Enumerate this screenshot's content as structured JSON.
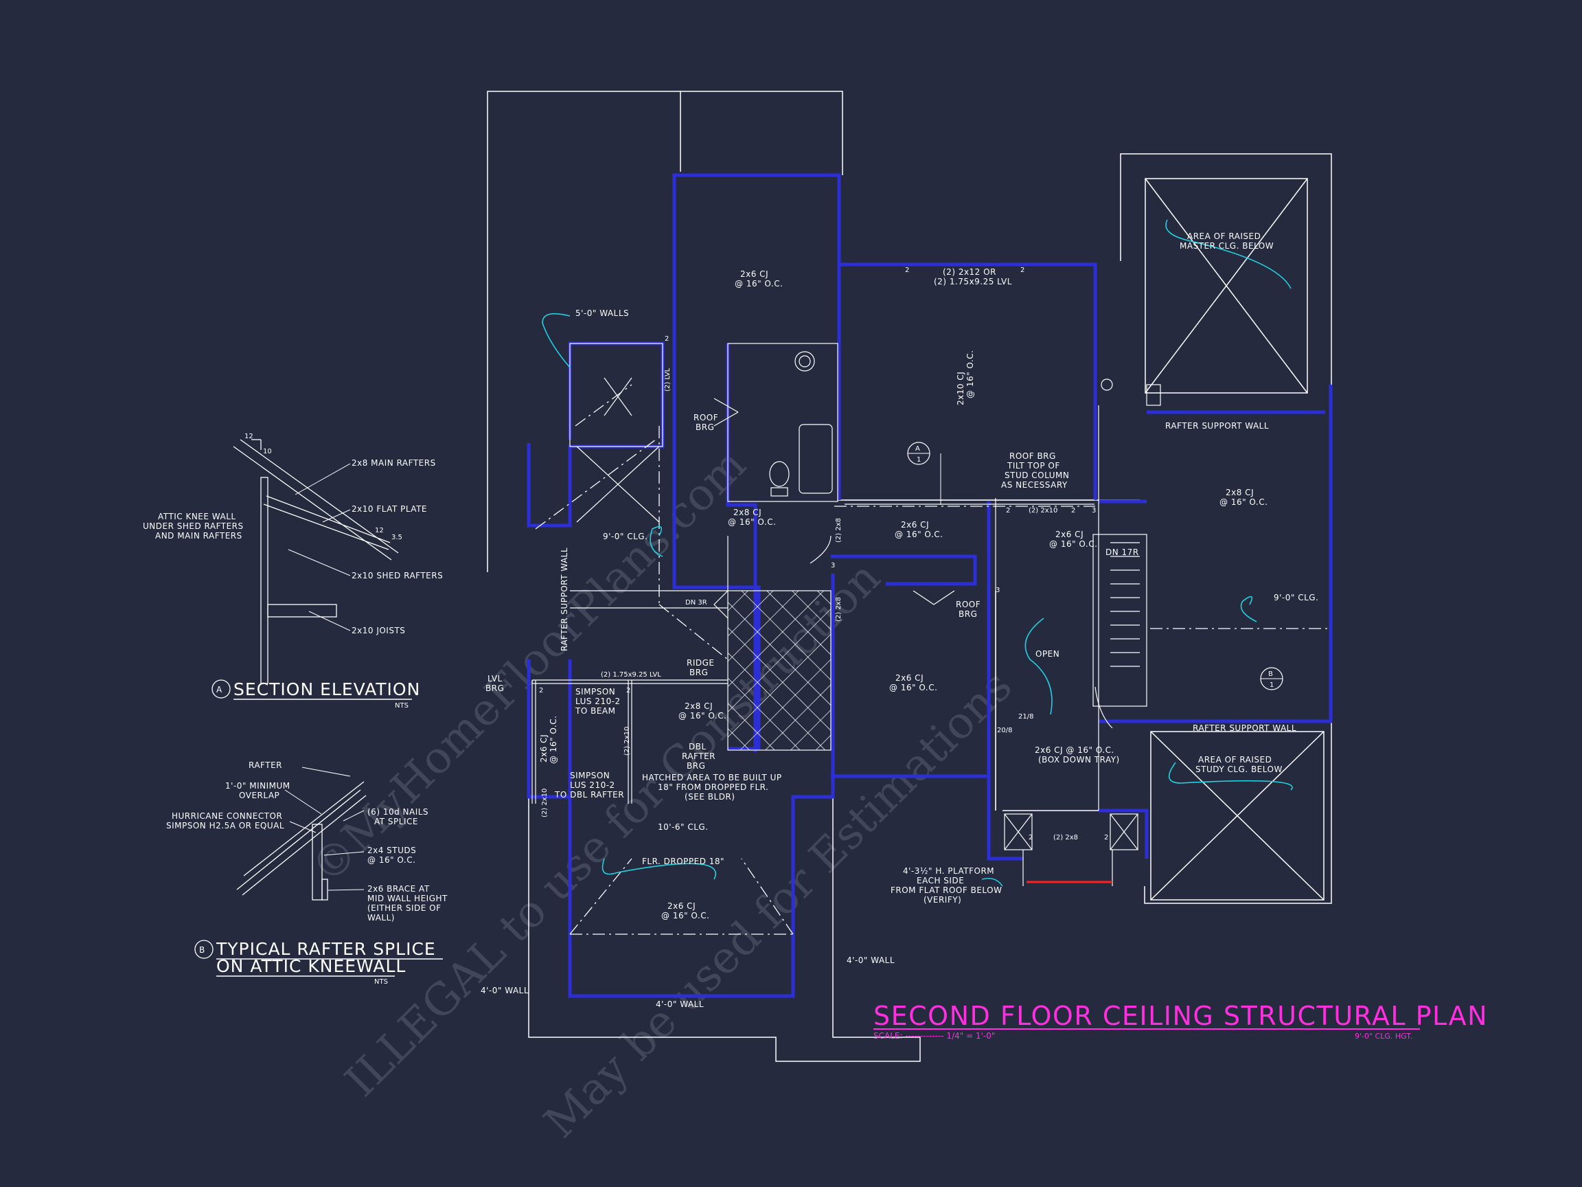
{
  "title": {
    "main": "SECOND FLOOR CEILING STRUCTURAL PLAN",
    "scale": "SCALE: ------------- 1/4\" = 1'-0\"",
    "ceiling": "9'-0\" CLG. HGT."
  },
  "watermark": {
    "line1": "©MyHomeFloorPlans.com",
    "line2": "ILLEGAL to use for Construction",
    "line3": "May be used for Estimations"
  },
  "section_a": {
    "heading": "SECTION ELEVATION",
    "letter": "A",
    "nts": "NTS",
    "pitch_rise": "12",
    "pitch_run": "10",
    "pitch2_run": "12",
    "pitch2_rise": "3.5",
    "labels": {
      "main_rafters": "2x8 MAIN RAFTERS",
      "flat_plate": "2x10 FLAT PLATE",
      "knee_wall_1": "ATTIC KNEE WALL",
      "knee_wall_2": "UNDER SHED RAFTERS",
      "knee_wall_3": "AND MAIN RAFTERS",
      "shed_rafters": "2x10 SHED RAFTERS",
      "joists": "2x10 JOISTS"
    }
  },
  "section_b": {
    "heading1": "TYPICAL RAFTER SPLICE",
    "heading2": "ON ATTIC KNEEWALL",
    "letter": "B",
    "nts": "NTS",
    "labels": {
      "rafter": "RAFTER",
      "overlap_1": "1'-0\" MINIMUM",
      "overlap_2": "OVERLAP",
      "hurricane_1": "HURRICANE CONNECTOR",
      "hurricane_2": "SIMPSON H2.5A OR EQUAL",
      "nails_1": "(6) 10d NAILS",
      "nails_2": "AT SPLICE",
      "studs_1": "2x4 STUDS",
      "studs_2": "@ 16\" O.C.",
      "brace_1": "2x6 BRACE AT",
      "brace_2": "MID WALL HEIGHT",
      "brace_3": "(EITHER SIDE OF",
      "brace_4": "WALL)"
    }
  },
  "plan_notes": {
    "walls_5": "5'-0\" WALLS",
    "cj_2x6_top_1": "2x6 CJ",
    "cj_2x6_top_2": "@ 16\" O.C.",
    "lvl_1": "(2) 2x12 OR",
    "lvl_2": "(2) 1.75x9.25 LVL",
    "cj_2x10_1": "2x10 CJ",
    "cj_2x10_2": "@ 16\" O.C.",
    "roof_brg": "ROOF",
    "brg": "BRG",
    "roof_brg_tilt_1": "ROOF BRG",
    "roof_brg_tilt_2": "TILT TOP OF",
    "roof_brg_tilt_3": "STUD COLUMN",
    "roof_brg_tilt_4": "AS NECESSARY",
    "two_2x10": "(2) 2x10",
    "raised_master_1": "AREA OF RAISED",
    "raised_master_2": "MASTER CLG. BELOW",
    "rafter_support_wall": "RAFTER SUPPORT WALL",
    "cj_2x8_right_1": "2x8 CJ",
    "cj_2x8_right_2": "@ 16\" O.C.",
    "clg_9_right": "9'-0\" CLG.",
    "clg_9_left": "9'-0\" CLG.",
    "cj_2x8_mid_1": "2x8 CJ",
    "cj_2x8_mid_2": "@ 16\" O.C.",
    "cj_2x6_mid_1": "2x6 CJ",
    "cj_2x6_mid_2": "@ 16\" O.C.",
    "cj_2x6_stair_1": "2x6 CJ",
    "cj_2x6_stair_2": "@ 16\" O.C.",
    "dn": "DN 17R",
    "dn_small": "DN 3R",
    "open": "OPEN",
    "roof_brg_2": "ROOF",
    "brg_2": "BRG",
    "cj_2x6_lower_1": "2x6 CJ",
    "cj_2x6_lower_2": "@ 16\" O.C.",
    "two_2x8_v": "(2) 2x8",
    "lvl_small": "(2) 1.75x9.25 LVL",
    "ridge_1": "RIDGE",
    "ridge_2": "BRG",
    "lvl_brg_1": "LVL",
    "lvl_brg_2": "BRG",
    "simpson_1": "SIMPSON",
    "simpson_2": "LUS 210-2",
    "simpson_3": "TO BEAM",
    "cj_2x6_left_1": "2x6 CJ",
    "cj_2x6_left_2": "@ 16\" O.C.",
    "two_2x10_v": "(2) 2x10",
    "cj_2x8_low_1": "2x8 CJ",
    "cj_2x8_low_2": "@ 16\" O.C.",
    "dbl_rafter_1": "DBL",
    "dbl_rafter_2": "RAFTER",
    "dbl_rafter_3": "BRG",
    "simpson_b1": "SIMPSON",
    "simpson_b2": "LUS 210-2",
    "simpson_b3": "TO DBL RAFTER",
    "hatched_1": "HATCHED AREA TO BE BUILT UP",
    "hatched_2": "18\" FROM DROPPED FLR.",
    "hatched_3": "(SEE BLDR)",
    "clg_10_6": "10'-6\" CLG.",
    "flr_dropped": "FLR. DROPPED 18\"",
    "cj_2x6_bottom_1": "2x6 CJ",
    "cj_2x6_bottom_2": "@ 16\" O.C.",
    "wall_4_left": "4'-0\" WALL",
    "wall_4_bottom": "4'-0\" WALL",
    "wall_4_right": "4'-0\" WALL",
    "box_down_1": "2x6 CJ @ 16\" O.C.",
    "box_down_2": "(BOX DOWN TRAY)",
    "raised_study_1": "AREA OF RAISED",
    "raised_study_2": "STUDY CLG. BELOW",
    "platform_1": "4'-3½\" H. PLATFORM",
    "platform_2": "EACH SIDE",
    "platform_3": "FROM FLAT ROOF BELOW",
    "platform_4": "(VERIFY)",
    "two_2x8_h": "(2) 2x8",
    "lvl_vert": "(2) LVL",
    "tag_21_8": "21/8",
    "tag_20_8": "20/8",
    "rafter_support_vert": "RAFTER SUPPORT WALL",
    "callout_a": "A",
    "callout_1a": "1",
    "callout_b": "B",
    "callout_1b": "1",
    "n2": "2",
    "n3": "3"
  }
}
